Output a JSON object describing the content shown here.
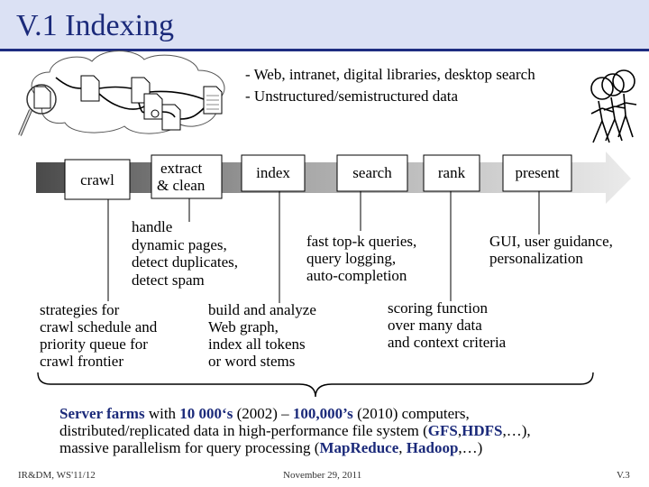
{
  "slide": {
    "title": "V.1 Indexing",
    "scope_notes": [
      "- Web, intranet, digital libraries, desktop search",
      "- Unstructured/semistructured data"
    ],
    "pipeline_stages": {
      "crawl": "crawl",
      "extract_line1": "extract",
      "extract_line2": "& clean",
      "index": "index",
      "search": "search",
      "rank": "rank",
      "present": "present"
    },
    "notes": {
      "handle": [
        "handle",
        "dynamic pages,",
        "detect duplicates,",
        "detect spam"
      ],
      "search": [
        "fast top-k queries,",
        "query logging,",
        "auto-completion"
      ],
      "present": [
        "GUI, user guidance,",
        "personalization"
      ],
      "crawl": [
        "strategies for",
        "crawl schedule and",
        "priority queue for",
        "crawl frontier"
      ],
      "index": [
        "build and analyze",
        "Web graph,",
        "index all tokens",
        "or word stems"
      ],
      "rank": [
        "scoring function",
        "over many data",
        "and context criteria"
      ]
    },
    "server_farms": {
      "l1_a": "Server farms",
      "l1_b": " with ",
      "l1_c": "10 000‘s",
      "l1_d": " (2002) – ",
      "l1_e": "100,000’s",
      "l1_f": " (2010) computers,",
      "l2_a": "distributed/replicated data in high-performance file system (",
      "l2_b": "GFS",
      "l2_c": ",",
      "l2_d": "HDFS",
      "l2_e": ",…),",
      "l3_a": "massive parallelism for query processing (",
      "l3_b": "MapReduce",
      "l3_c": ", ",
      "l3_d": "Hadoop",
      "l3_e": ",…)"
    },
    "footer": {
      "left": "IR&DM, WS'11/12",
      "center": "November 29, 2011",
      "right": "V.3"
    },
    "colors": {
      "title_bg": "#dbe1f4",
      "title_text": "#1b2a7a",
      "arrow_gradient_start": "#4a4a4a",
      "arrow_gradient_end": "#ebebeb"
    },
    "icons": [
      "cloud-icon",
      "magnifier-icon",
      "document-icon",
      "people-icon"
    ]
  }
}
